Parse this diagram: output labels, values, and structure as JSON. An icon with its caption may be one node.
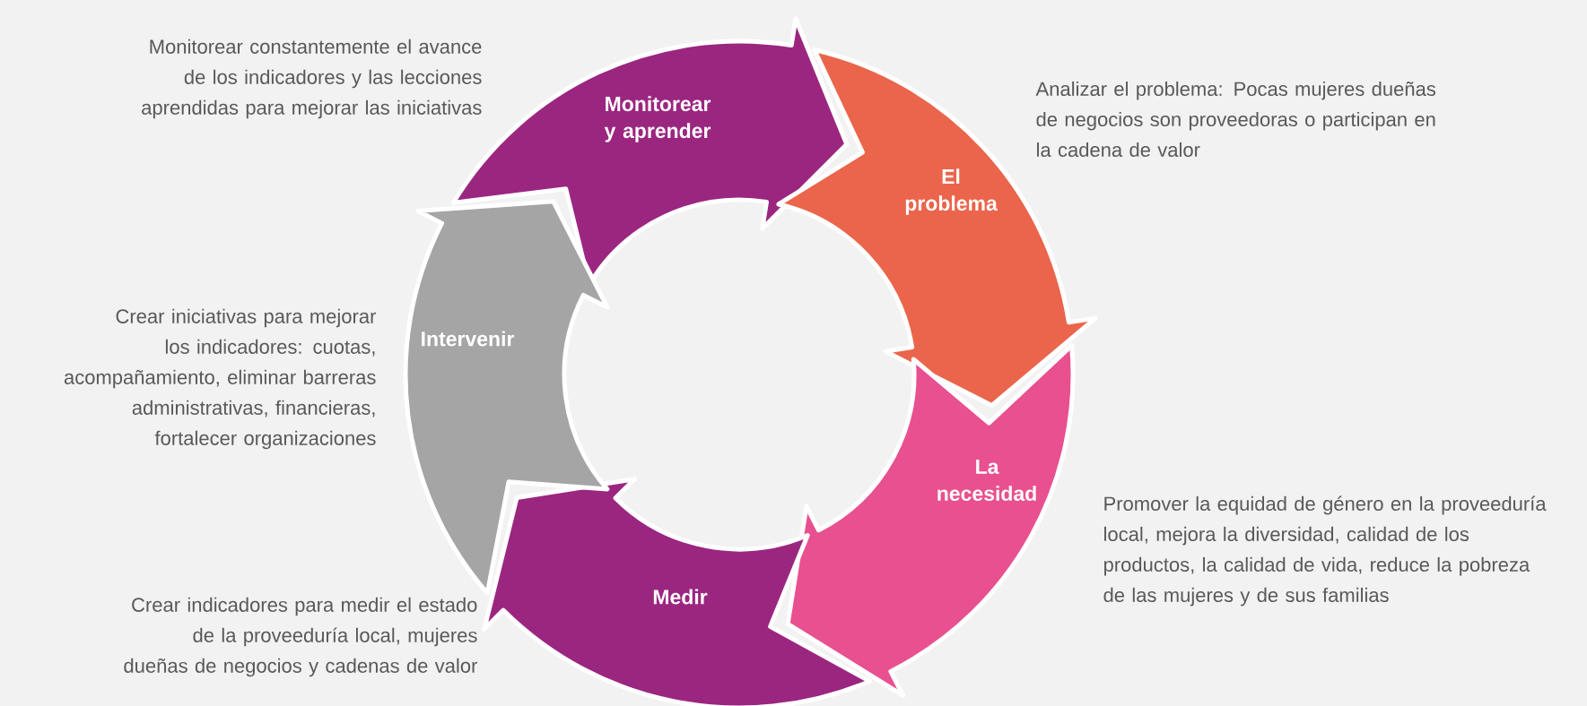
{
  "diagram": {
    "nodes": [
      {
        "text": [
          "Monitorear y aprender"
        ],
        "beside": [
          "Monitorear constantemente el avance de los indicadores y las lecciones aprendidas para mejorar las iniciativas"
        ]
      },
      {
        "text": [
          "El problema"
        ],
        "beside": [
          "Analizar el problema: Pocas mujeres dueñas de negocios son proveedoras o participan en la cadena de valor"
        ]
      },
      {
        "text": [
          "La necesidad"
        ],
        "beside": [
          "Promover la equidad de género en la proveeduría local, mejora la diversidad, calidad de los productos, la calidad de vida, reduce la pobreza de las mujeres y de sus familias"
        ]
      },
      {
        "text": [
          "Medir"
        ],
        "beside": [
          "Crear indicadores para medir el estado de la proveeduría local, mujeres dueñas de negocios y cadenas de valor"
        ]
      },
      {
        "text": [
          "Intervenir"
        ],
        "beside": [
          "Crear iniciativas para  mejorar los indicadores: cuotas, acompañamiento, eliminar barreras administrativas, financieras, fortalecer organizaciones"
        ]
      }
    ]
  }
}
